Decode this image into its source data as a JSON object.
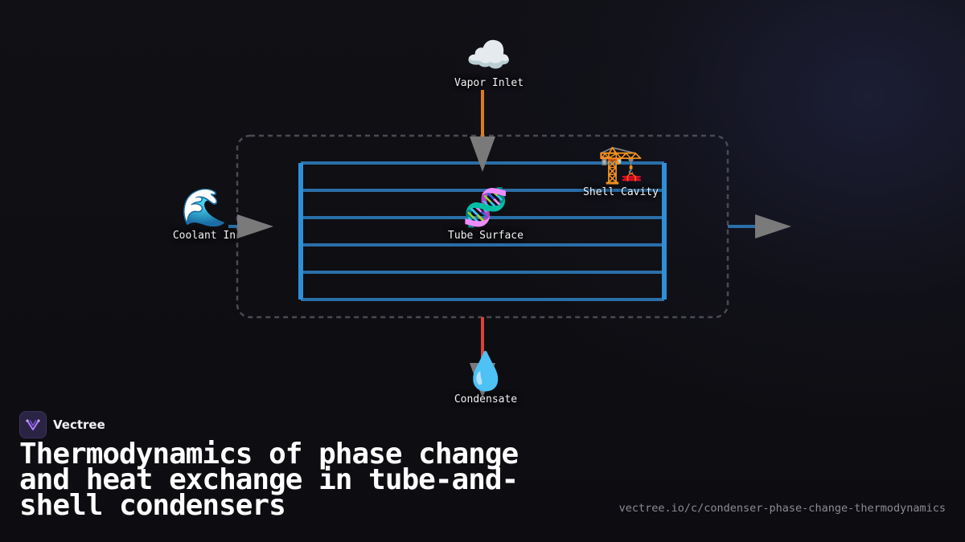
{
  "diagram": {
    "nodes": {
      "vapor_inlet": {
        "icon": "cloud-icon",
        "glyph": "☁️",
        "label": "Vapor Inlet"
      },
      "shell_cavity": {
        "icon": "crane-icon",
        "glyph": "🏗️",
        "label": "Shell Cavity"
      },
      "coolant_in": {
        "icon": "wave-icon",
        "glyph": "🌊",
        "label": "Coolant In"
      },
      "tube_surface": {
        "icon": "dna-icon",
        "glyph": "🧬",
        "label": "Tube Surface"
      },
      "condensate": {
        "icon": "droplet-icon",
        "glyph": "💧",
        "label": "Condensate"
      }
    },
    "colors": {
      "tube": "#2a6fa8",
      "tube_sheet": "#2f8fd6",
      "vapor_flow": "#e07b24",
      "condensate_flow": "#d9433a",
      "arrow_head": "#7a7a7a",
      "shell_outline": "#4a4a52"
    }
  },
  "brand": {
    "logo_icon": "vectree-logo-icon",
    "name": "Vectree"
  },
  "title": "Thermodynamics of phase change and heat exchange in tube-and-shell condensers",
  "url": "vectree.io/c/condenser-phase-change-thermodynamics"
}
